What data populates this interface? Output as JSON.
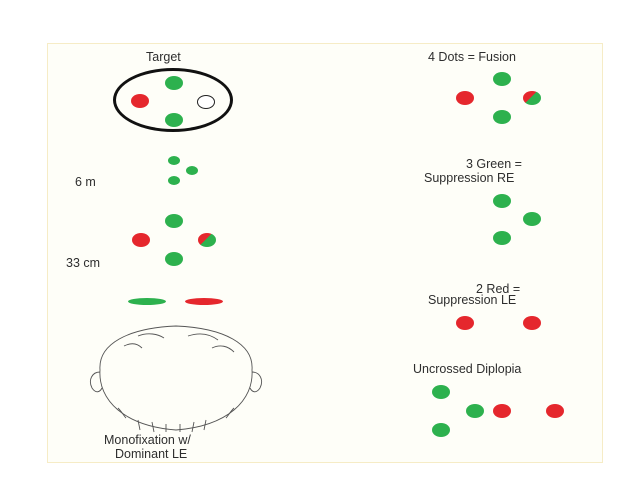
{
  "labels": {
    "target": "Target",
    "distance_6m": "6 m",
    "distance_33cm": "33 cm",
    "monofixation_line1": "Monofixation w/",
    "monofixation_line2": "Dominant LE",
    "fusion": "4 Dots = Fusion",
    "green_line1": "3 Green =",
    "green_line2": "Suppression RE",
    "red_line1": "2 Red =",
    "red_line2": "Suppression LE",
    "diplopia": "Uncrossed Diplopia"
  },
  "colors": {
    "green": "#2db14e",
    "red": "#e5272d",
    "panel_background": "#fefef8",
    "ring": "#111111"
  },
  "icons": {
    "head": "head-top-view-icon"
  }
}
